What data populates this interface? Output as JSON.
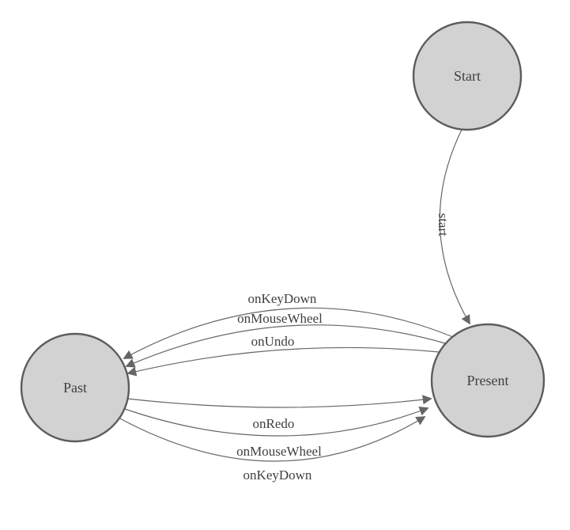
{
  "diagram": {
    "nodes": [
      {
        "id": "start",
        "label": "Start"
      },
      {
        "id": "present",
        "label": "Present"
      },
      {
        "id": "past",
        "label": "Past"
      }
    ],
    "edges": [
      {
        "from": "start",
        "to": "present",
        "label": "start"
      },
      {
        "from": "present",
        "to": "past",
        "label": "onKeyDown"
      },
      {
        "from": "present",
        "to": "past",
        "label": "onMouseWheel"
      },
      {
        "from": "present",
        "to": "past",
        "label": "onUndo"
      },
      {
        "from": "past",
        "to": "present",
        "label": "onRedo"
      },
      {
        "from": "past",
        "to": "present",
        "label": "onMouseWheel"
      },
      {
        "from": "past",
        "to": "present",
        "label": "onKeyDown"
      }
    ],
    "colors": {
      "node_fill": "#d2d2d2",
      "node_stroke": "#5c5c5c",
      "edge_stroke": "#666666",
      "arrow_fill": "#666666",
      "text": "#3f3f3f",
      "background": "#ffffff"
    }
  }
}
